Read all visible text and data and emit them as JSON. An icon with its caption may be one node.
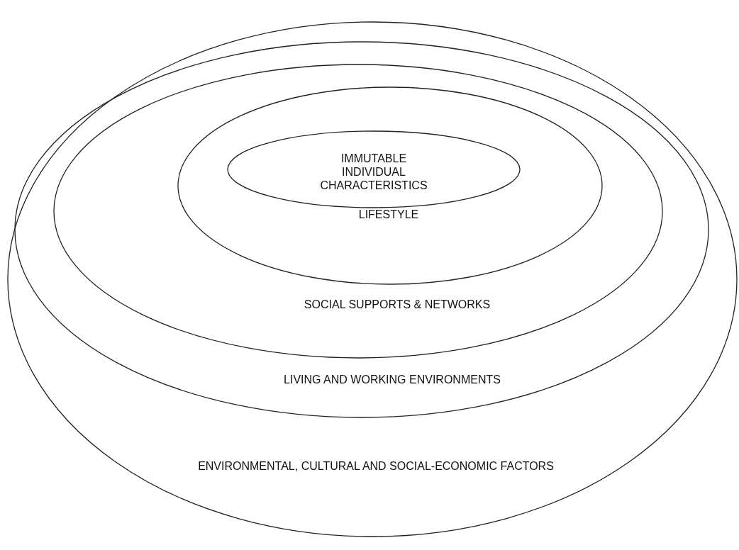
{
  "diagram": {
    "nodes": [
      {
        "text": [
          "ENVIRONMENTAL, CULTURAL AND SOCIAL-ECONOMIC FACTORS"
        ]
      },
      {
        "text": [
          "LIVING AND WORKING ENVIRONMENTS"
        ],
        "in": 0
      },
      {
        "text": [
          "SOCIAL SUPPORTS & NETWORKS"
        ],
        "in": 1
      },
      {
        "text": [
          "LIFESTYLE"
        ],
        "in": 2
      },
      {
        "text": [
          "IMMUTABLE INDIVIDUAL CHARACTERISTICS"
        ],
        "in": 3
      }
    ]
  }
}
